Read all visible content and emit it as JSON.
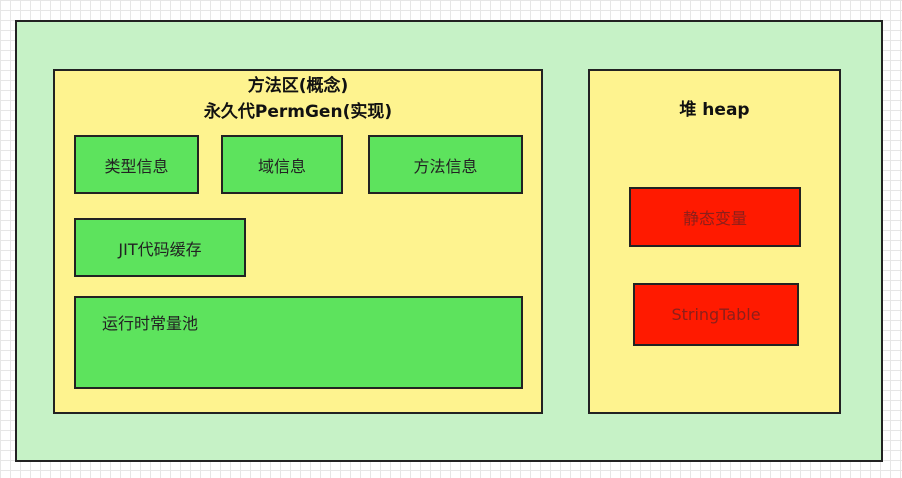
{
  "method_area": {
    "title_line1": "方法区(概念)",
    "title_line2": "永久代PermGen(实现)",
    "items": {
      "type_info": "类型信息",
      "field_info": "域信息",
      "method_info": "方法信息",
      "jit_cache": "JIT代码缓存",
      "runtime_constant_pool": "运行时常量池"
    }
  },
  "heap": {
    "title": "堆 heap",
    "items": {
      "static_vars": "静态变量",
      "string_table": "StringTable"
    }
  },
  "colors": {
    "outer": "#c6f2c6",
    "region": "#fef38f",
    "green_box": "#5de35d",
    "red_box": "#ff1a00"
  }
}
